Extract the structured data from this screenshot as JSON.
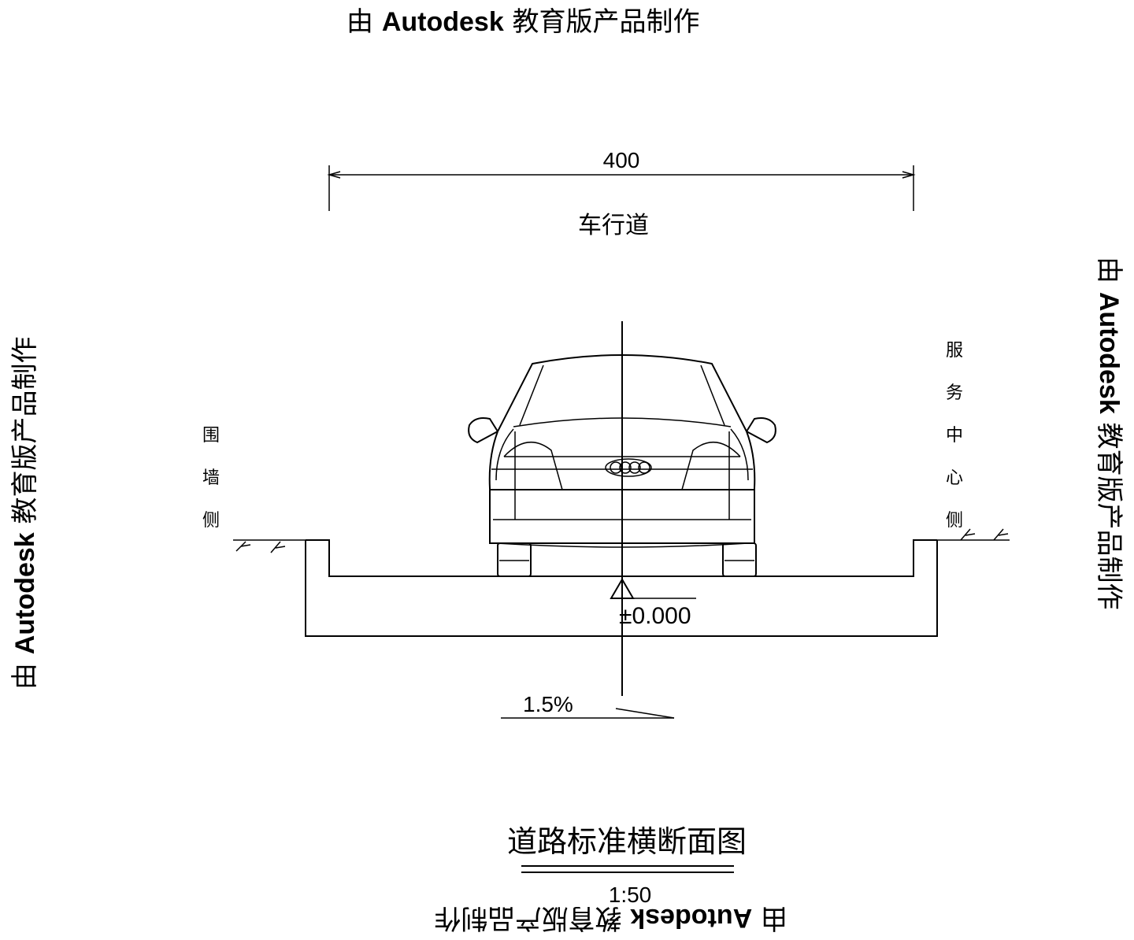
{
  "watermark": {
    "prefix": "由 ",
    "brand": "Autodesk",
    "suffix": " 教育版产品制作"
  },
  "dimension": {
    "width_label": "400"
  },
  "labels": {
    "lane": "车行道",
    "left_side": [
      "围",
      "墙",
      "侧"
    ],
    "right_side": [
      "服",
      "务",
      "中",
      "心",
      "侧"
    ],
    "elevation": "±0.000",
    "slope": "1.5%"
  },
  "title": {
    "text": "道路标准横断面图",
    "scale": "1:50"
  }
}
